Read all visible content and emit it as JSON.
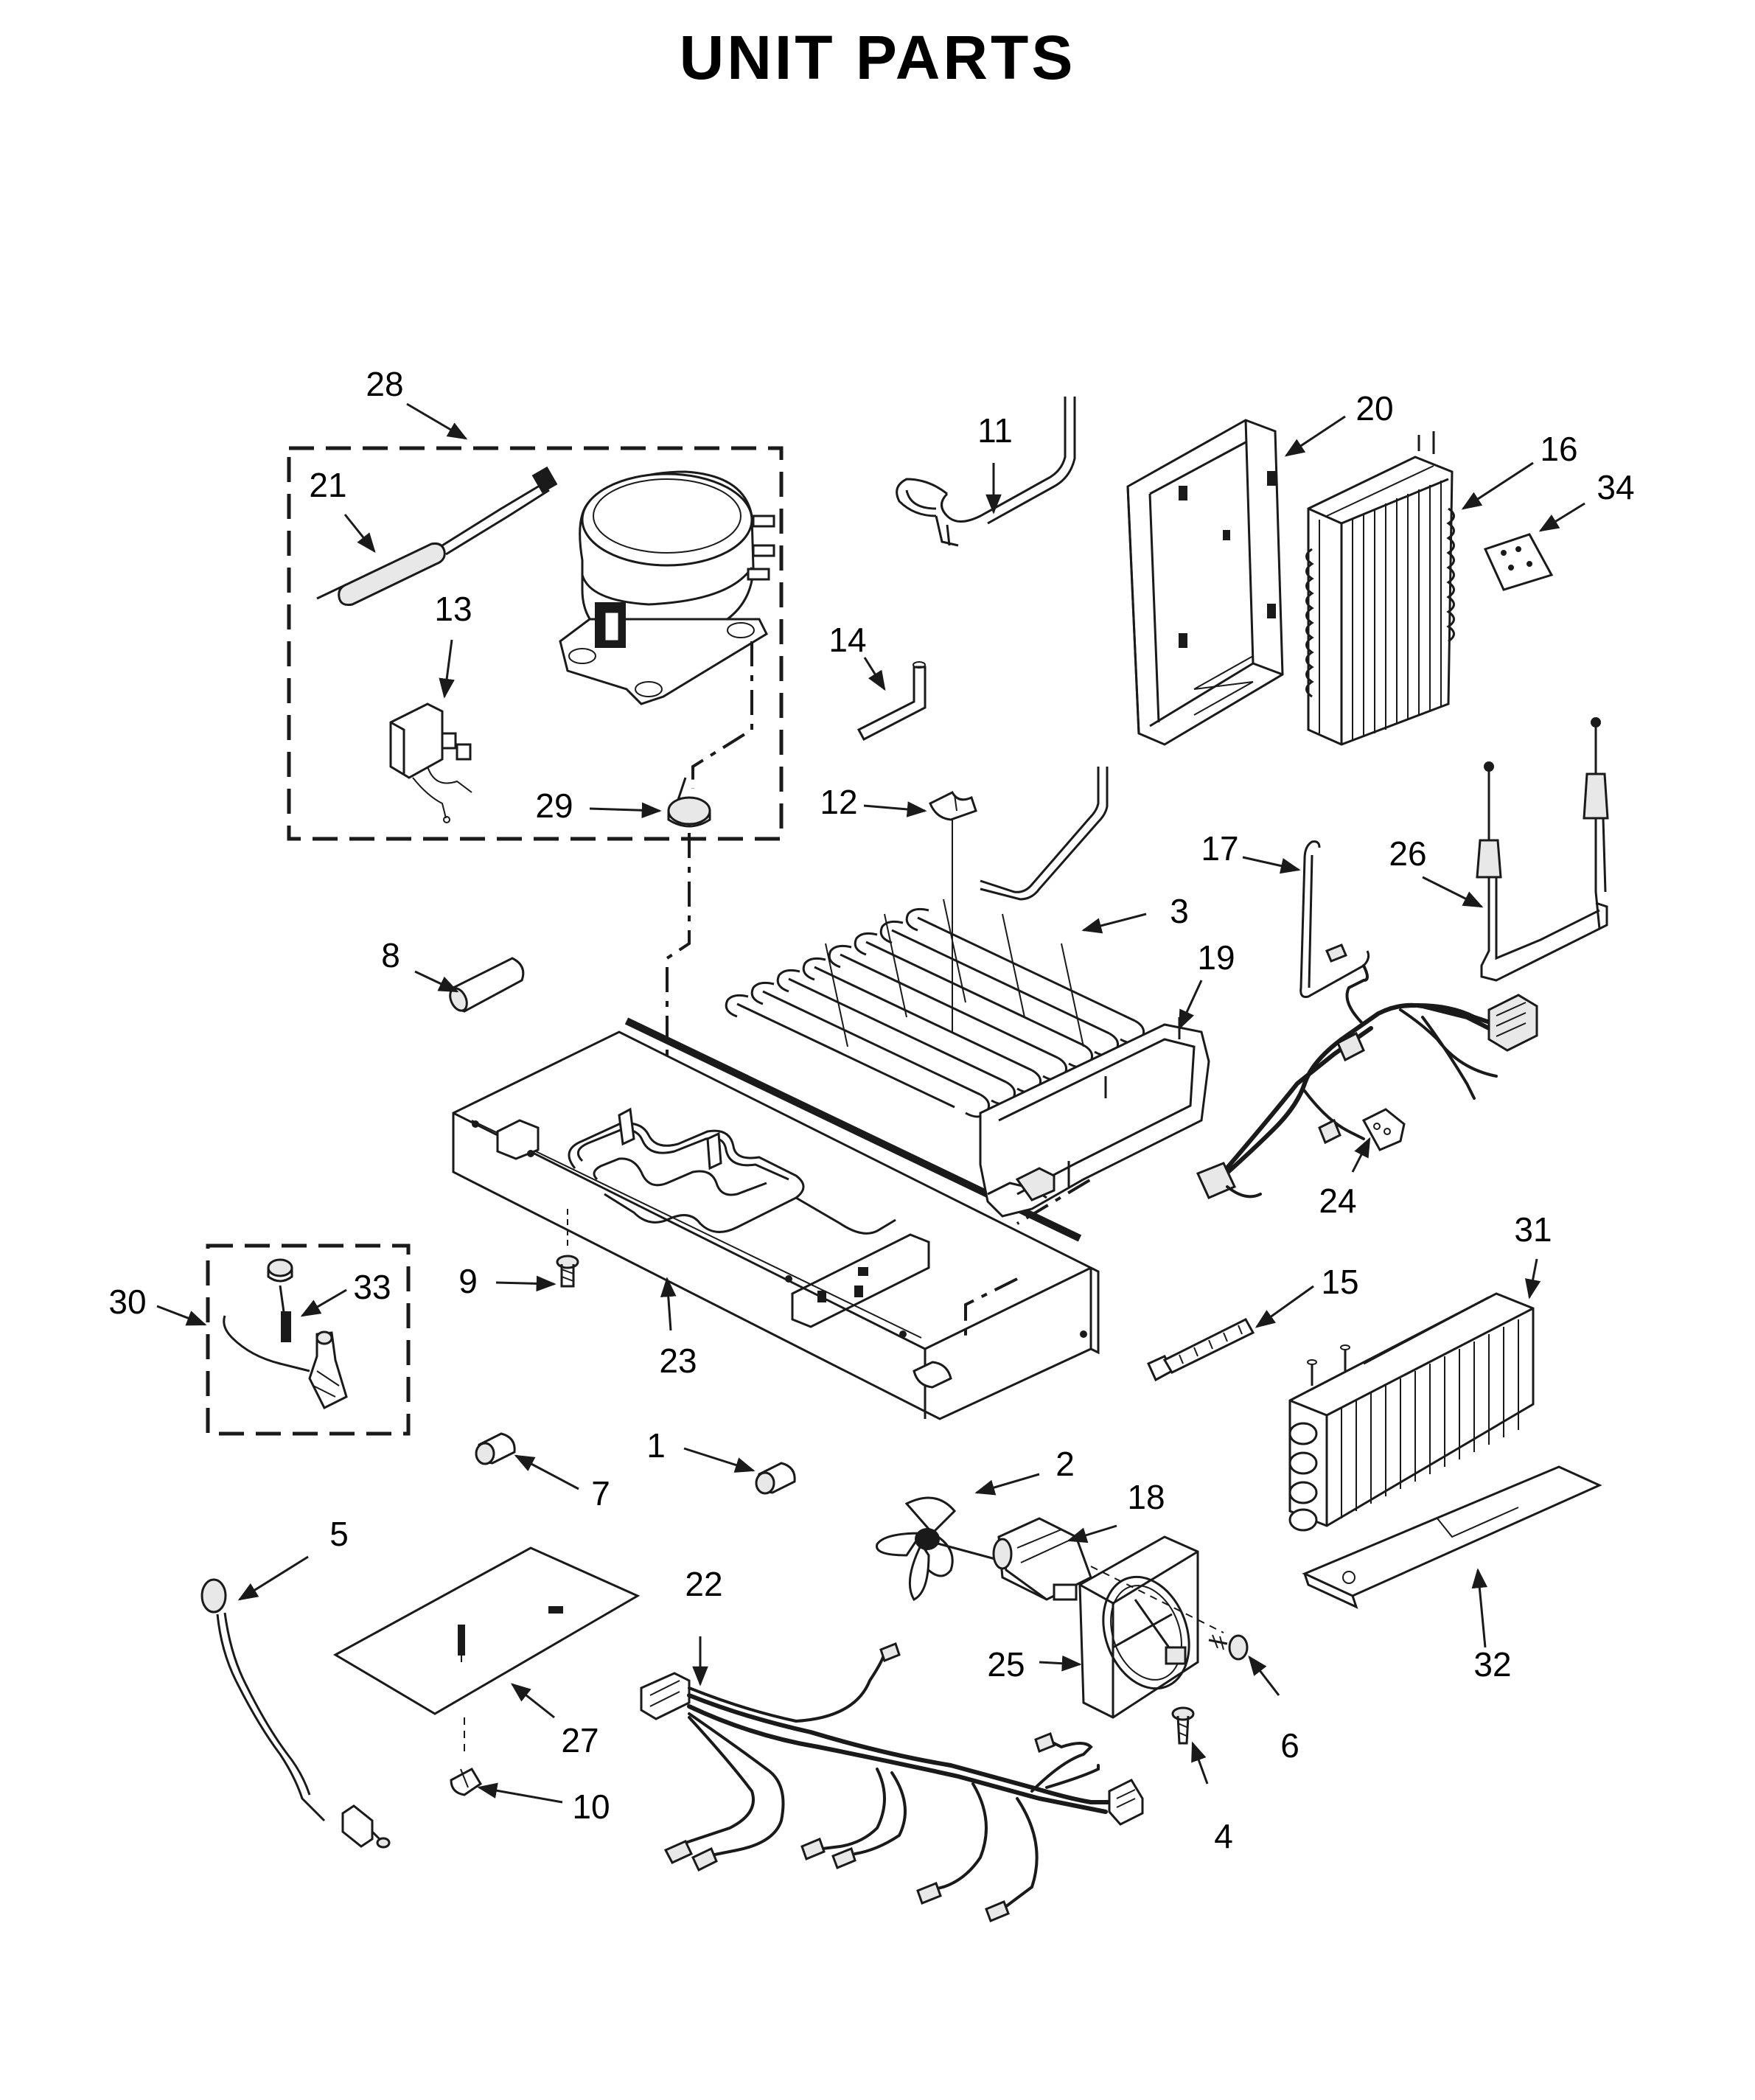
{
  "title": "UNIT PARTS",
  "callouts": {
    "c1": "1",
    "c2": "2",
    "c3": "3",
    "c4": "4",
    "c5": "5",
    "c6": "6",
    "c7": "7",
    "c8": "8",
    "c9": "9",
    "c10": "10",
    "c11": "11",
    "c12": "12",
    "c13": "13",
    "c14": "14",
    "c15": "15",
    "c16": "16",
    "c17": "17",
    "c18": "18",
    "c19": "19",
    "c20": "20",
    "c21": "21",
    "c22": "22",
    "c23": "23",
    "c24": "24",
    "c25": "25",
    "c26": "26",
    "c27": "27",
    "c28": "28",
    "c29": "29",
    "c30": "30",
    "c31": "31",
    "c32": "32",
    "c33": "33",
    "c34": "34"
  }
}
